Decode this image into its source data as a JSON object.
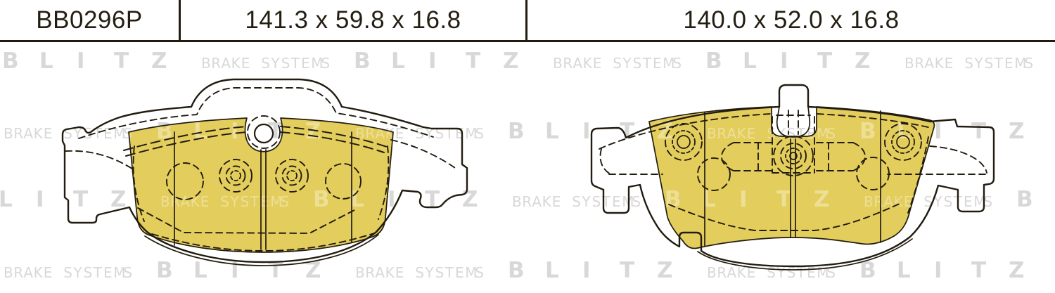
{
  "header": {
    "part_number": "BB0296P",
    "dimension_left_pad": "141.3 x 59.8 x 16.8",
    "dimension_right_pad": "140.0 x 52.0 x 16.8"
  },
  "watermark": {
    "brand": "BLITZ",
    "tagline": "BRAKE SYSTEMS",
    "rows": [
      {
        "baseline": 97,
        "offset": 3
      },
      {
        "baseline": 197,
        "offset": 222
      },
      {
        "baseline": 294,
        "offset": -55
      },
      {
        "baseline": 395,
        "offset": 222
      }
    ],
    "period": 500,
    "brand_pitch": 53,
    "tagline_indent": 283,
    "tagline_pitch": 14.2
  },
  "colors": {
    "line": "#221c10",
    "pad_fill": "#e3cd5c",
    "watermark": "#d8d8d8",
    "watermark_on_pad": "rgba(255,255,255,0.36)",
    "header_text": "#241e12",
    "background": "#ffffff"
  }
}
